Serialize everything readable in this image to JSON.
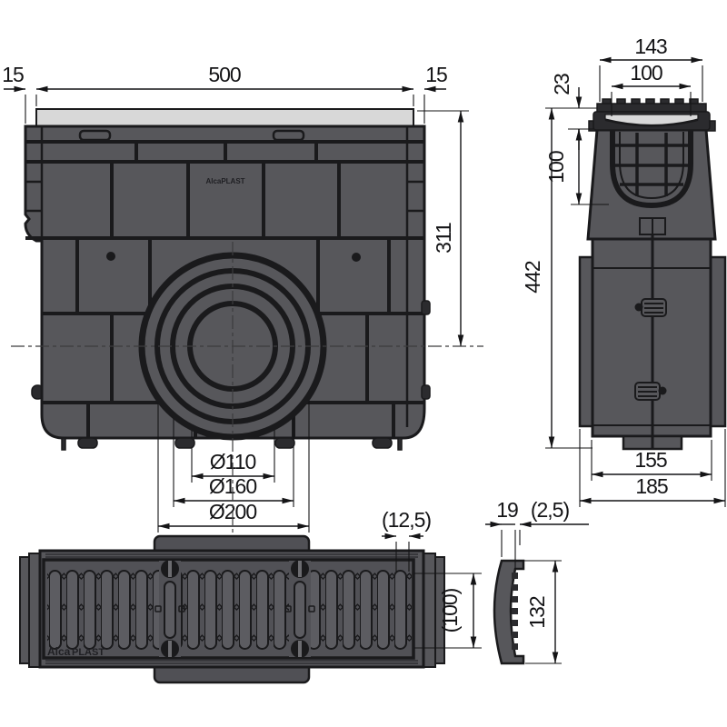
{
  "product": {
    "brand_logo_front": "AlcaPLAST",
    "grate_logo_alca": "Alca",
    "grate_logo_plast": "PLAST"
  },
  "front_view": {
    "dims": {
      "overhang_left": "15",
      "top_width": "500",
      "overhang_right": "15",
      "height_to_axis": "311",
      "outlet_small": "Ø110",
      "outlet_mid": "Ø160",
      "outlet_large": "Ø200"
    }
  },
  "side_view": {
    "dims": {
      "overall_width": "143",
      "grate_width": "100",
      "edge_height": "23",
      "channel_depth": "100",
      "overall_height": "442",
      "body_width": "155",
      "base_width": "185"
    }
  },
  "top_view": {
    "dims": {
      "slot_pitch": "(12,5)",
      "grate_width": "(100)"
    }
  },
  "profile_view": {
    "dims": {
      "thickness": "19",
      "clearance": "(2,5)",
      "length": "132"
    }
  },
  "colors": {
    "background": "#ffffff",
    "body_gray": "#57575b",
    "dark_gray": "#2b2b2e",
    "light_strip": "#d8d8d8",
    "line": "#1a1a1c"
  }
}
